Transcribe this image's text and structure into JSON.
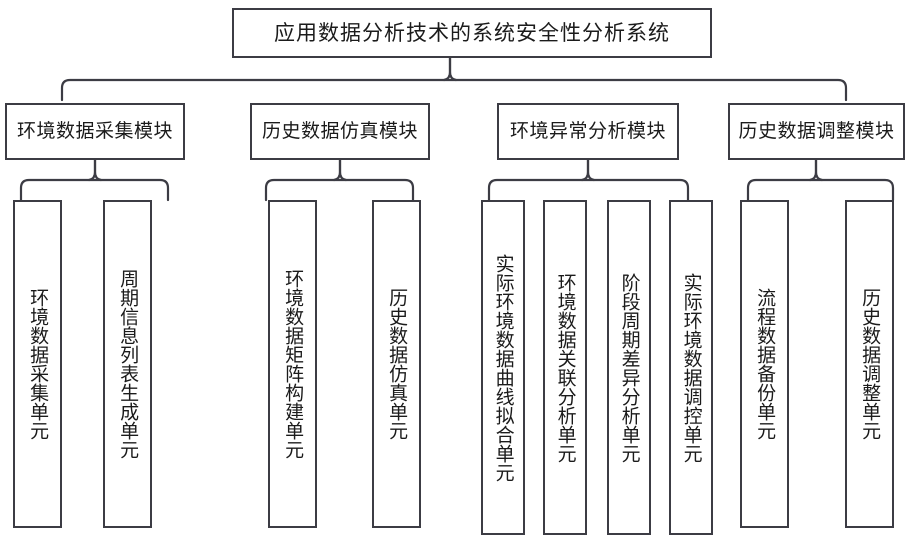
{
  "diagram": {
    "type": "hierarchy-tree",
    "orientation": "top-down",
    "colors": {
      "stroke": "#3c3c44",
      "background": "#ffffff",
      "text": "#1b1b1b"
    },
    "root": {
      "label": "应用数据分析技术的系统安全性分析系统"
    },
    "modules": [
      {
        "label": "环境数据采集模块",
        "units": [
          {
            "label": "环境数据采集单元"
          },
          {
            "label": "周期信息列表生成单元"
          }
        ]
      },
      {
        "label": "历史数据仿真模块",
        "units": [
          {
            "label": "环境数据矩阵构建单元"
          },
          {
            "label": "历史数据仿真单元"
          }
        ]
      },
      {
        "label": "环境异常分析模块",
        "units": [
          {
            "label": "实际环境数据曲线拟合单元"
          },
          {
            "label": "环境数据关联分析单元"
          },
          {
            "label": "阶段周期差异分析单元"
          },
          {
            "label": "实际环境数据调控单元"
          }
        ]
      },
      {
        "label": "历史数据调整模块",
        "units": [
          {
            "label": "流程数据备份单元"
          },
          {
            "label": "历史数据调整单元"
          }
        ]
      }
    ]
  }
}
